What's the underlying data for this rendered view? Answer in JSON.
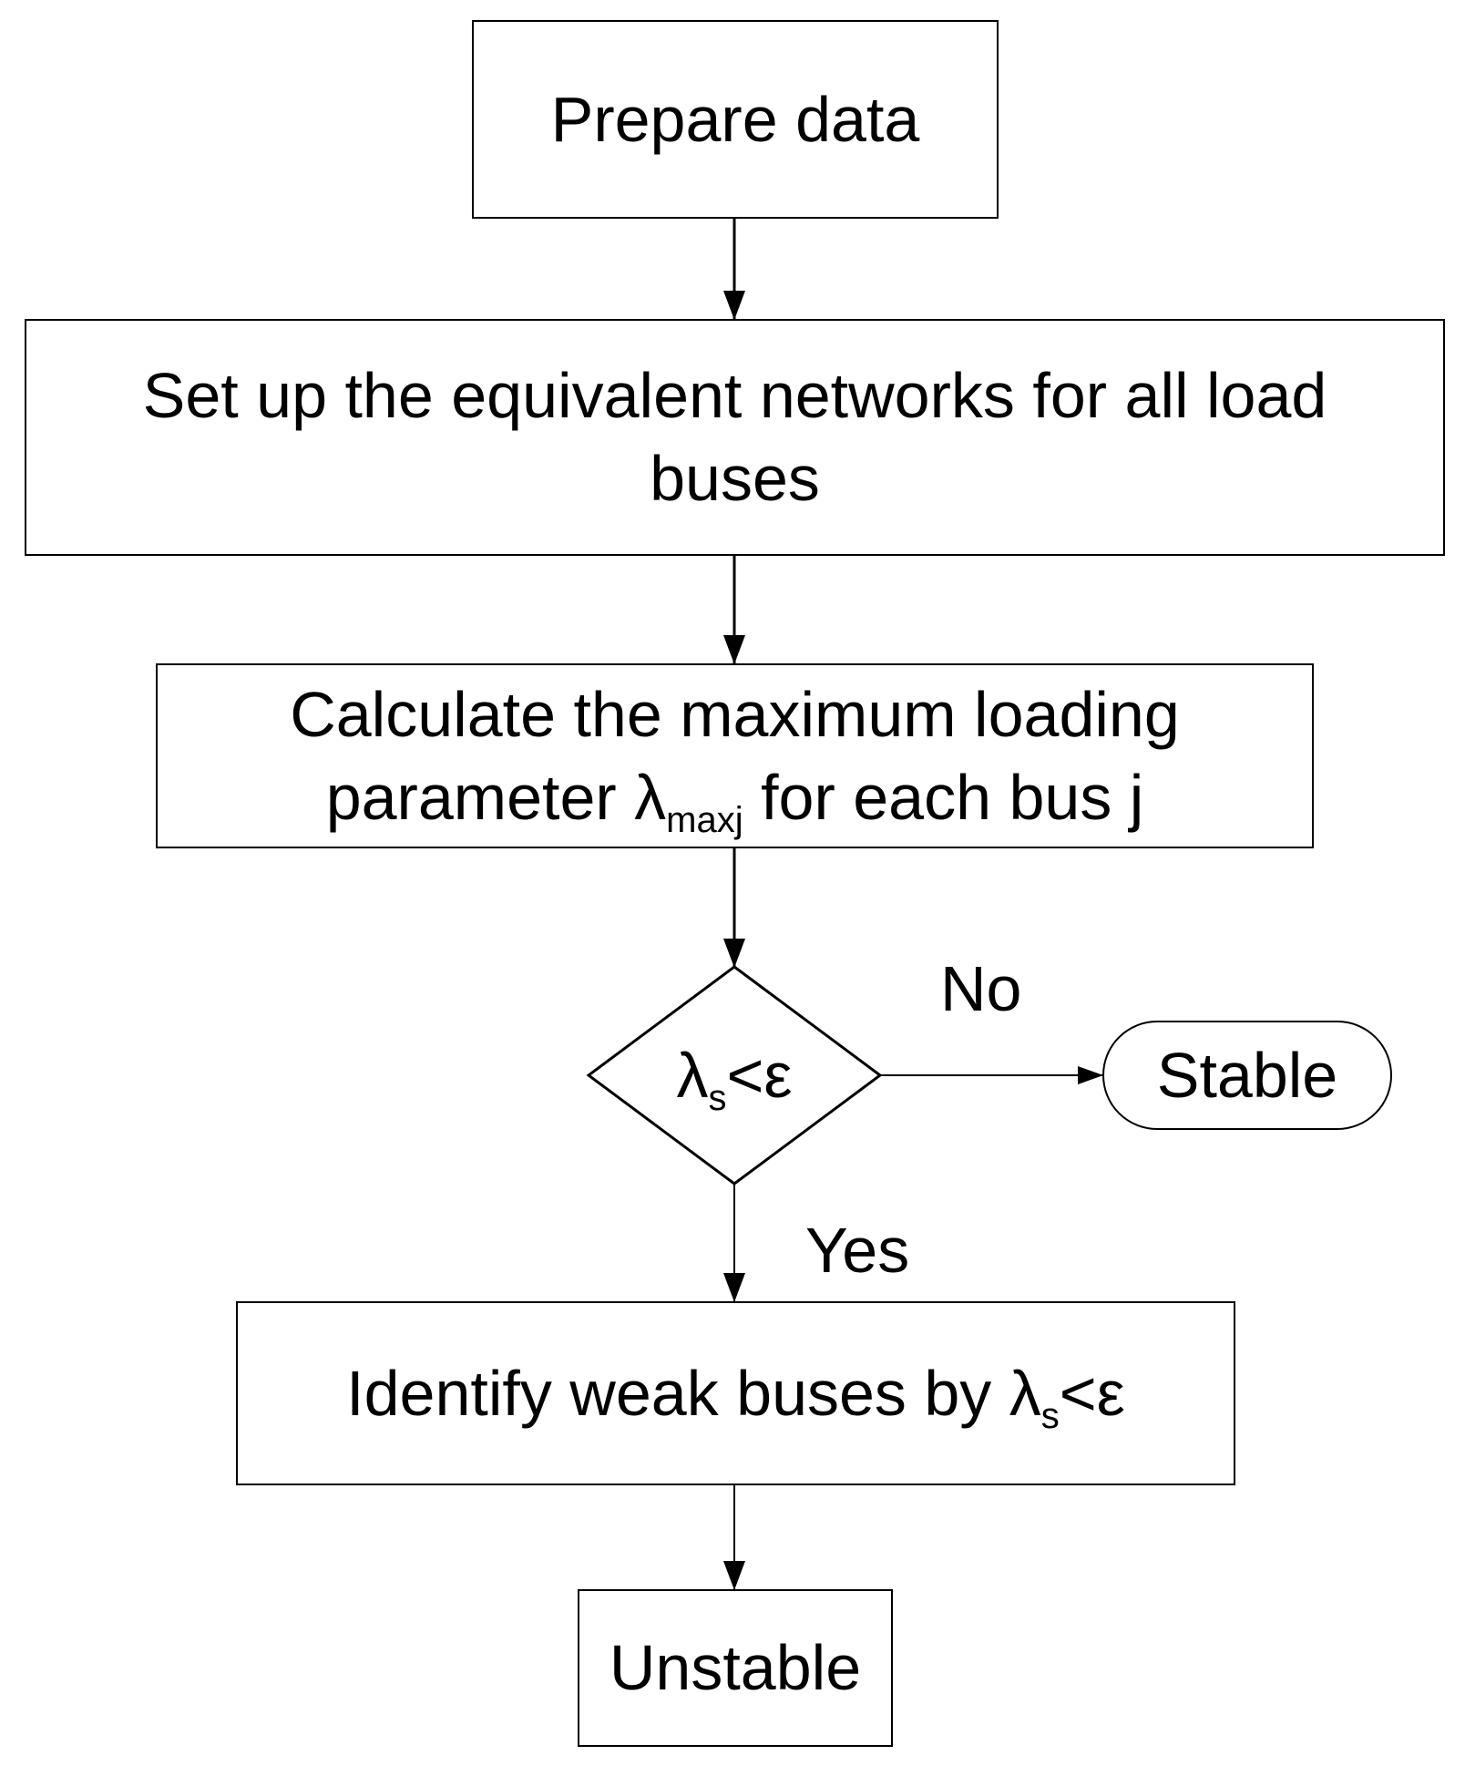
{
  "nodes": {
    "prepare": {
      "text": "Prepare data"
    },
    "equivalent": {
      "line1": "Set up the equivalent networks for all load",
      "line2": "buses"
    },
    "calculate": {
      "line1": "Calculate the maximum loading",
      "line2_before": "parameter λ",
      "line2_sub": "maxj",
      "line2_after": " for each bus j"
    },
    "decision": {
      "base": "λ",
      "sub": "s",
      "after": "<ε"
    },
    "stable": {
      "text": "Stable"
    },
    "identify": {
      "before": "Identify weak buses by λ",
      "sub": "s",
      "after": "<ε"
    },
    "unstable": {
      "text": "Unstable"
    }
  },
  "edges": {
    "no_label": "No",
    "yes_label": "Yes"
  },
  "colors": {
    "stroke": "#000000",
    "background": "#ffffff"
  }
}
